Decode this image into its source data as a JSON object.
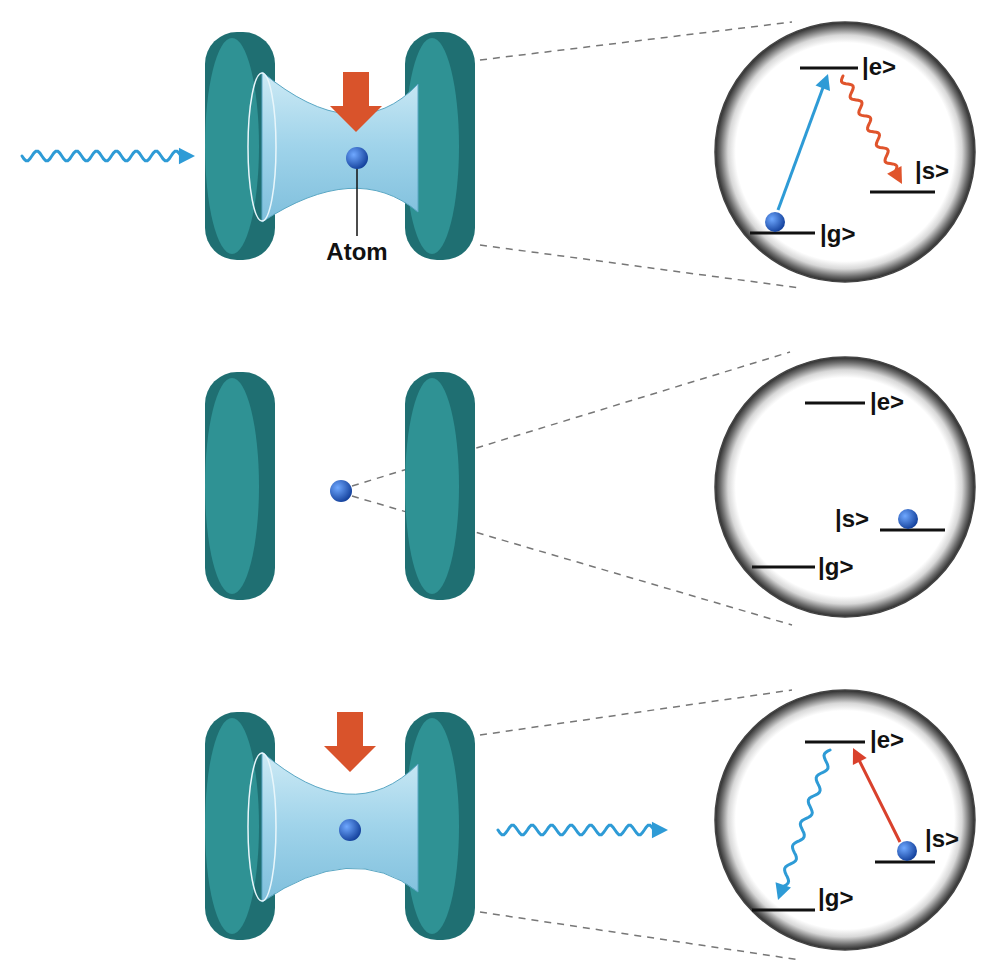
{
  "diagram": {
    "nodes": [
      {
        "text": [
          "|e>",
          "|s>",
          "|g>"
        ]
      },
      {
        "text": [
          "|e>",
          "|s>",
          "|g>"
        ]
      },
      {
        "text": [
          "|e>",
          "|s>",
          "|g>"
        ]
      }
    ],
    "labels": [
      "Atom"
    ]
  }
}
